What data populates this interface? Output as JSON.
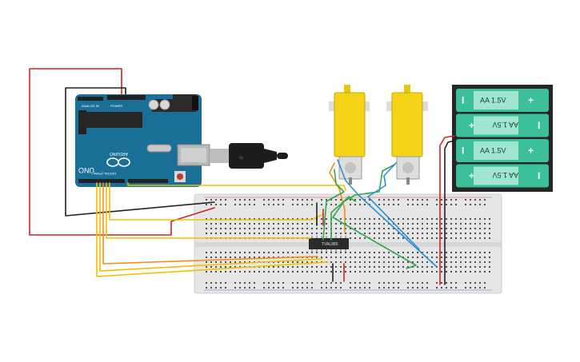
{
  "arduino": {
    "brand_text": "UNO",
    "maker_text": "ARDUINO",
    "analog_label": "ANALOG IN",
    "power_label": "POWER",
    "digital_label": "DIGITAL (PWM~)"
  },
  "driver_chip": {
    "label": "TVAL885"
  },
  "battery_pack": {
    "cells": [
      {
        "label": "AA 1.5V",
        "flipped": false
      },
      {
        "label": "AA 1.5V",
        "flipped": true
      },
      {
        "label": "AA 1.5V",
        "flipped": false
      },
      {
        "label": "AA 1.5V",
        "flipped": true
      }
    ],
    "plus_sign": "+",
    "minus_sign": "I"
  },
  "colors": {
    "arduino_board": "#1a6f98",
    "breadboard": "#e6e6e6",
    "motor_yellow": "#f4d319",
    "battery_green": "#3cc09c",
    "battery_case": "#262626",
    "wire_red": "#d62020",
    "wire_black": "#222222",
    "wire_yellow": "#f0c000",
    "wire_orange": "#f28c1a",
    "wire_green": "#2fa84f",
    "wire_blue": "#2b8fd6"
  }
}
